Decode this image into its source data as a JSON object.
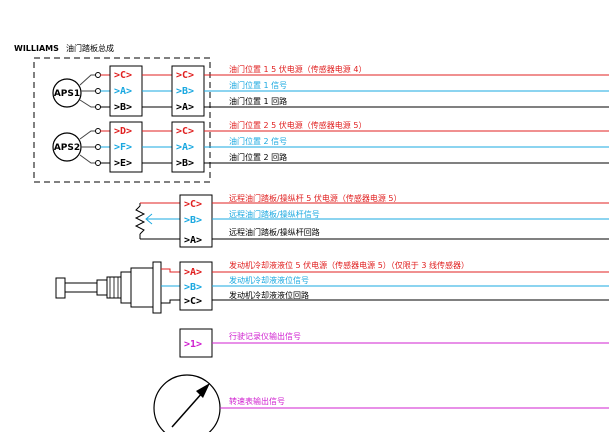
{
  "header": {
    "brand": "WILLIAMS",
    "subtitle": "油门踏板总成"
  },
  "colors": {
    "red": "#e02020",
    "blue": "#1aa8e0",
    "black": "#000000",
    "magenta": "#d020d0",
    "wire_gray": "#444444"
  },
  "sensors": {
    "aps1": "APS1",
    "aps2": "APS2"
  },
  "pedal_pins": {
    "group1_left": [
      ">C>",
      ">A>",
      ">B>"
    ],
    "group1_right": [
      ">C>",
      ">B>",
      ">A>"
    ],
    "group2_left": [
      ">D>",
      ">F>",
      ">E>"
    ],
    "group2_right": [
      ">C>",
      ">A>",
      ">B>"
    ]
  },
  "remote_pins": [
    ">C>",
    ">B>",
    ">A>"
  ],
  "coolant_pins": [
    ">A>",
    ">B>",
    ">C>"
  ],
  "recorder_pin": ">1>",
  "signals": {
    "g1_red": "油门位置 1 5 伏电源（传感器电源 4）",
    "g1_blue": "油门位置 1 信号",
    "g1_black": "油门位置 1 回路",
    "g2_red": "油门位置 2 5 伏电源（传感器电源 5）",
    "g2_blue": "油门位置 2 信号",
    "g2_black": "油门位置 2 回路",
    "remote_red": "远程油门踏板/操纵杆 5 伏电源（传感器电源 5）",
    "remote_blue": "远程油门踏板/操纵杆信号",
    "remote_black": "远程油门踏板/操纵杆回路",
    "coolant_red": "发动机冷却液液位 5 伏电源（传感器电源 5）（仅限于 3 线传感器）",
    "coolant_blue": "发动机冷却液液位信号",
    "coolant_black": "发动机冷却液液位回路",
    "recorder": "行驶记录仪输出信号",
    "tach": "转速表输出信号"
  }
}
